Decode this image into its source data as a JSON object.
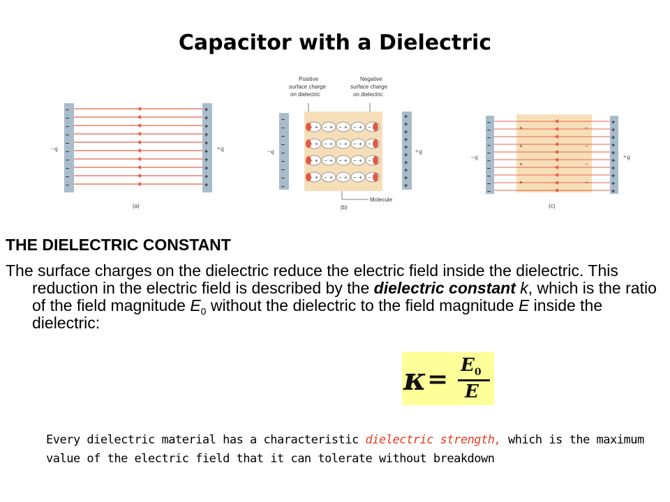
{
  "slide": {
    "title": "Capacitor with a Dielectric",
    "figures": {
      "a": {
        "left_charge": "−q",
        "right_charge": "+q",
        "caption": "(a)"
      },
      "b": {
        "label_positive": [
          "Positive",
          "surface charge",
          "on dielectric"
        ],
        "label_negative": [
          "Negative",
          "surface charge",
          "on dielectric"
        ],
        "left_charge": "−q",
        "right_charge": "+q",
        "caption": "(b)",
        "molecule_label": "Molecule"
      },
      "c": {
        "left_charge": "−q",
        "right_charge": "+q",
        "caption": "(c)"
      }
    },
    "section_heading": "THE DIELECTRIC CONSTANT",
    "paragraph": {
      "part1": "The surface charges on the dielectric reduce the electric field inside the dielectric. This reduction in the electric field is described by the ",
      "term": "dielectric constant",
      "k": "k",
      "part2": ", which is the ratio of the field magnitude ",
      "e0": "E",
      "e0_sub": "0",
      "part3": " without the dielectric to the field magnitude ",
      "e": "E",
      "part4": " inside the dielectric:"
    },
    "formula": {
      "lhs": "κ",
      "equals": "=",
      "numerator": "E",
      "numerator_sub": "0",
      "denominator": "E"
    },
    "note": {
      "before": "Every dielectric material has a characteristic ",
      "highlight": "dielectric strength,",
      "after": " which is the maximum value of the electric field that it can tolerate without breakdown"
    },
    "colors": {
      "field_line": "#e8604a",
      "plate": "#a9bccb",
      "dielectric": "#f6dfb8",
      "highlight": "#e53b1e",
      "formula_bg": "#ffff99"
    }
  }
}
